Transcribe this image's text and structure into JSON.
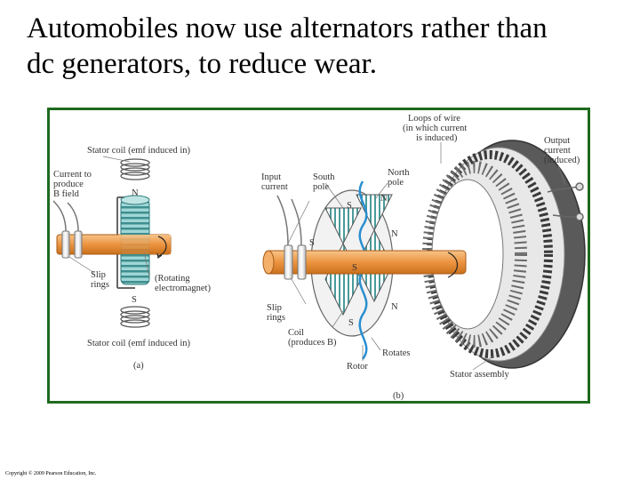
{
  "title": {
    "line1": "Automobiles now use alternators rather than",
    "line2": "dc generators, to reduce wear."
  },
  "figure": {
    "panel_a": {
      "stator_coil_top": "Stator coil (emf induced in)",
      "current_label": [
        "Current to",
        "produce",
        "B field"
      ],
      "north": "N",
      "south": "S",
      "slip_rings": [
        "Slip",
        "rings"
      ],
      "rotating": [
        "(Rotating",
        "electromagnet)"
      ],
      "stator_coil_bottom": "Stator coil (emf induced in)",
      "caption": "(a)"
    },
    "panel_b": {
      "loops": [
        "Loops of wire",
        "(in which current",
        "is induced)"
      ],
      "output": [
        "Output",
        "current",
        "(induced)"
      ],
      "input": [
        "Input",
        "current"
      ],
      "south_pole": [
        "South",
        "pole"
      ],
      "north_pole": [
        "North",
        "pole"
      ],
      "pole_s": "S",
      "pole_n": "N",
      "slip_rings": [
        "Slip",
        "rings"
      ],
      "coil": [
        "Coil",
        "(produces B)"
      ],
      "rotor": "Rotor",
      "rotates": "Rotates",
      "stator_assembly": "Stator assembly",
      "caption": "(b)"
    }
  },
  "copyright": "Copyright © 2009 Pearson Education, Inc.",
  "colors": {
    "frame": "#1e6a1e",
    "shaft": "#f0a050",
    "coil": "#4a9a9a",
    "wire": "#2a8fd0"
  }
}
